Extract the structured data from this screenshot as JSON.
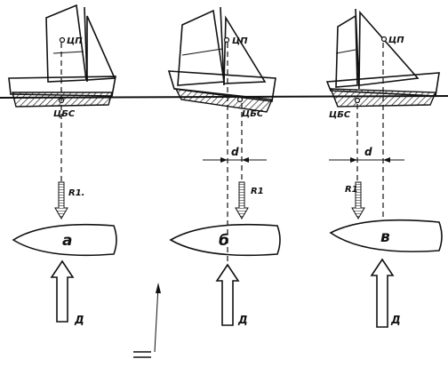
{
  "figures": [
    {
      "hull_letter": "а",
      "cp_label": "ЦП",
      "clr_label": "ЦБС",
      "r_label": "R1.",
      "d_label": "",
      "force_label": "Д"
    },
    {
      "hull_letter": "б",
      "cp_label": "ЦП",
      "clr_label": "ЦБС",
      "r_label": "R1",
      "d_label": "d",
      "force_label": "Д"
    },
    {
      "hull_letter": "в",
      "cp_label": "ЦП",
      "clr_label": "ЦБС",
      "r_label": "R1",
      "d_label": "d",
      "force_label": "Д"
    }
  ],
  "colors": {
    "ink": "#111111",
    "background": "#ffffff"
  }
}
